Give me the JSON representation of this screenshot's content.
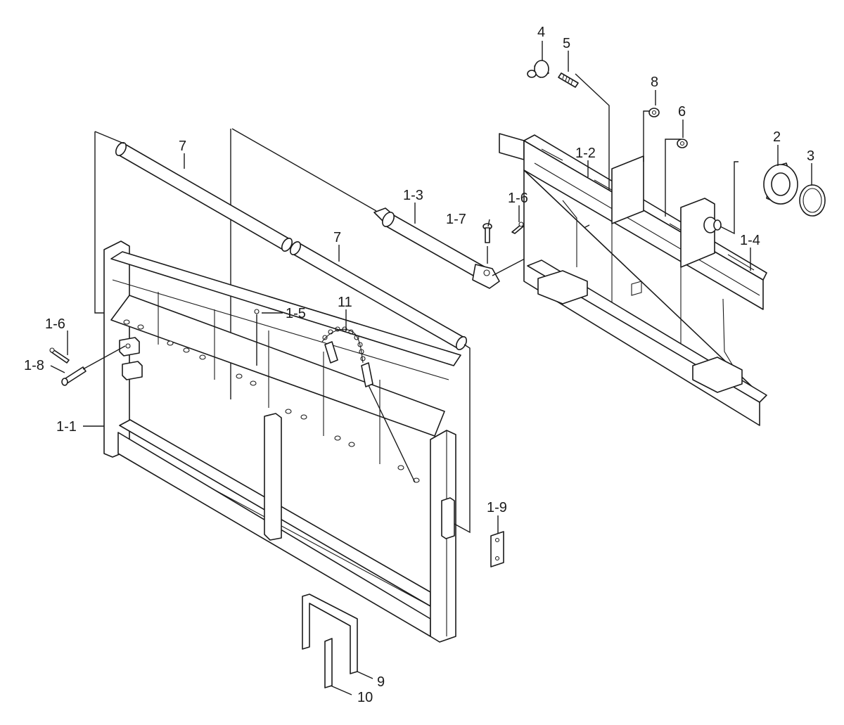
{
  "labels": {
    "l4": "4",
    "l5": "5",
    "l8": "8",
    "l6": "6",
    "l2": "2",
    "l3": "3",
    "l1_2": "1-2",
    "l1_4": "1-4",
    "l7a": "7",
    "l7b": "7",
    "l1_3": "1-3",
    "l1_7": "1-7",
    "l1_6a": "1-6",
    "l1_6b": "1-6",
    "l1_5": "1-5",
    "l11": "11",
    "l1_8": "1-8",
    "l1_1": "1-1",
    "l1_9": "1-9",
    "l9": "9",
    "l10": "10"
  }
}
